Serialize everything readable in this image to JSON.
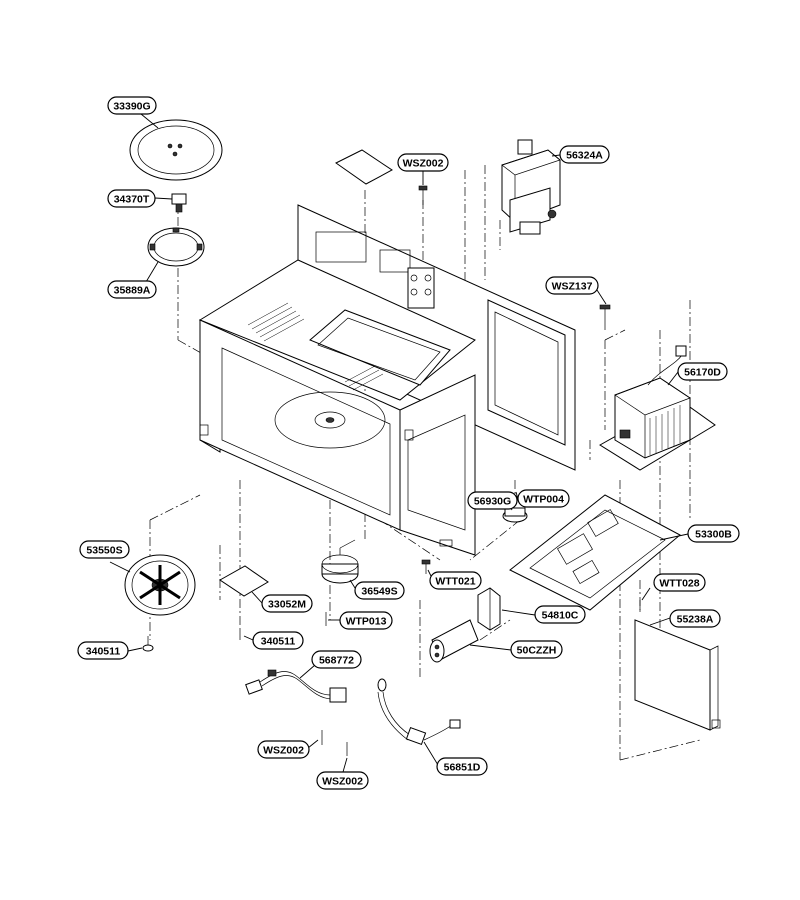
{
  "parts": [
    {
      "id": "33390G",
      "name": "glass-tray"
    },
    {
      "id": "34370T",
      "name": "coupler"
    },
    {
      "id": "35889A",
      "name": "roller-ring"
    },
    {
      "id": "WSZ002",
      "name": "screw-top"
    },
    {
      "id": "56324A",
      "name": "magnetron"
    },
    {
      "id": "WSZ137",
      "name": "screw-right"
    },
    {
      "id": "56170D",
      "name": "transformer"
    },
    {
      "id": "56930G",
      "name": "thermostat"
    },
    {
      "id": "WTP004",
      "name": "screw-thermostat"
    },
    {
      "id": "53300B",
      "name": "base-plate"
    },
    {
      "id": "53550S",
      "name": "stirrer-cover"
    },
    {
      "id": "33052M",
      "name": "cover-plate"
    },
    {
      "id": "36549S",
      "name": "tray-motor"
    },
    {
      "id": "WTT021",
      "name": "screw-motor"
    },
    {
      "id": "WTP013",
      "name": "screw-motor-base"
    },
    {
      "id": "54810C",
      "name": "bracket"
    },
    {
      "id": "WTT028",
      "name": "screw-panel"
    },
    {
      "id": "55238A",
      "name": "side-panel"
    },
    {
      "id": "340511",
      "name": "screw-left"
    },
    {
      "id": "340511",
      "name": "screw-center"
    },
    {
      "id": "568772",
      "name": "wire-harness"
    },
    {
      "id": "50CZZH",
      "name": "capacitor"
    },
    {
      "id": "WSZ002",
      "name": "screw-bottom-1"
    },
    {
      "id": "WSZ002",
      "name": "screw-bottom-2"
    },
    {
      "id": "56851D",
      "name": "fuse-harness"
    }
  ]
}
